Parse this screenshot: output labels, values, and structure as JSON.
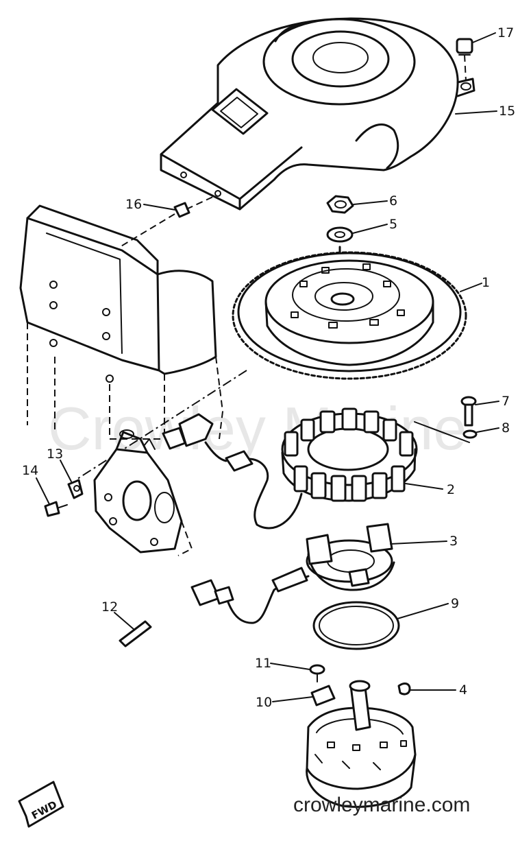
{
  "watermark": "Crowley Marine",
  "footer": "crowleymarine.com",
  "fwd_marker": "FWD",
  "callouts": [
    {
      "id": "17",
      "text": "17"
    },
    {
      "id": "15",
      "text": "15"
    },
    {
      "id": "16",
      "text": "16"
    },
    {
      "id": "6",
      "text": "6"
    },
    {
      "id": "5",
      "text": "5"
    },
    {
      "id": "1",
      "text": "1"
    },
    {
      "id": "7",
      "text": "7"
    },
    {
      "id": "8",
      "text": "8"
    },
    {
      "id": "2",
      "text": "2"
    },
    {
      "id": "13",
      "text": "13"
    },
    {
      "id": "14",
      "text": "14"
    },
    {
      "id": "3",
      "text": "3"
    },
    {
      "id": "9",
      "text": "9"
    },
    {
      "id": "12",
      "text": "12"
    },
    {
      "id": "11",
      "text": "11"
    },
    {
      "id": "4",
      "text": "4"
    },
    {
      "id": "10",
      "text": "10"
    }
  ]
}
